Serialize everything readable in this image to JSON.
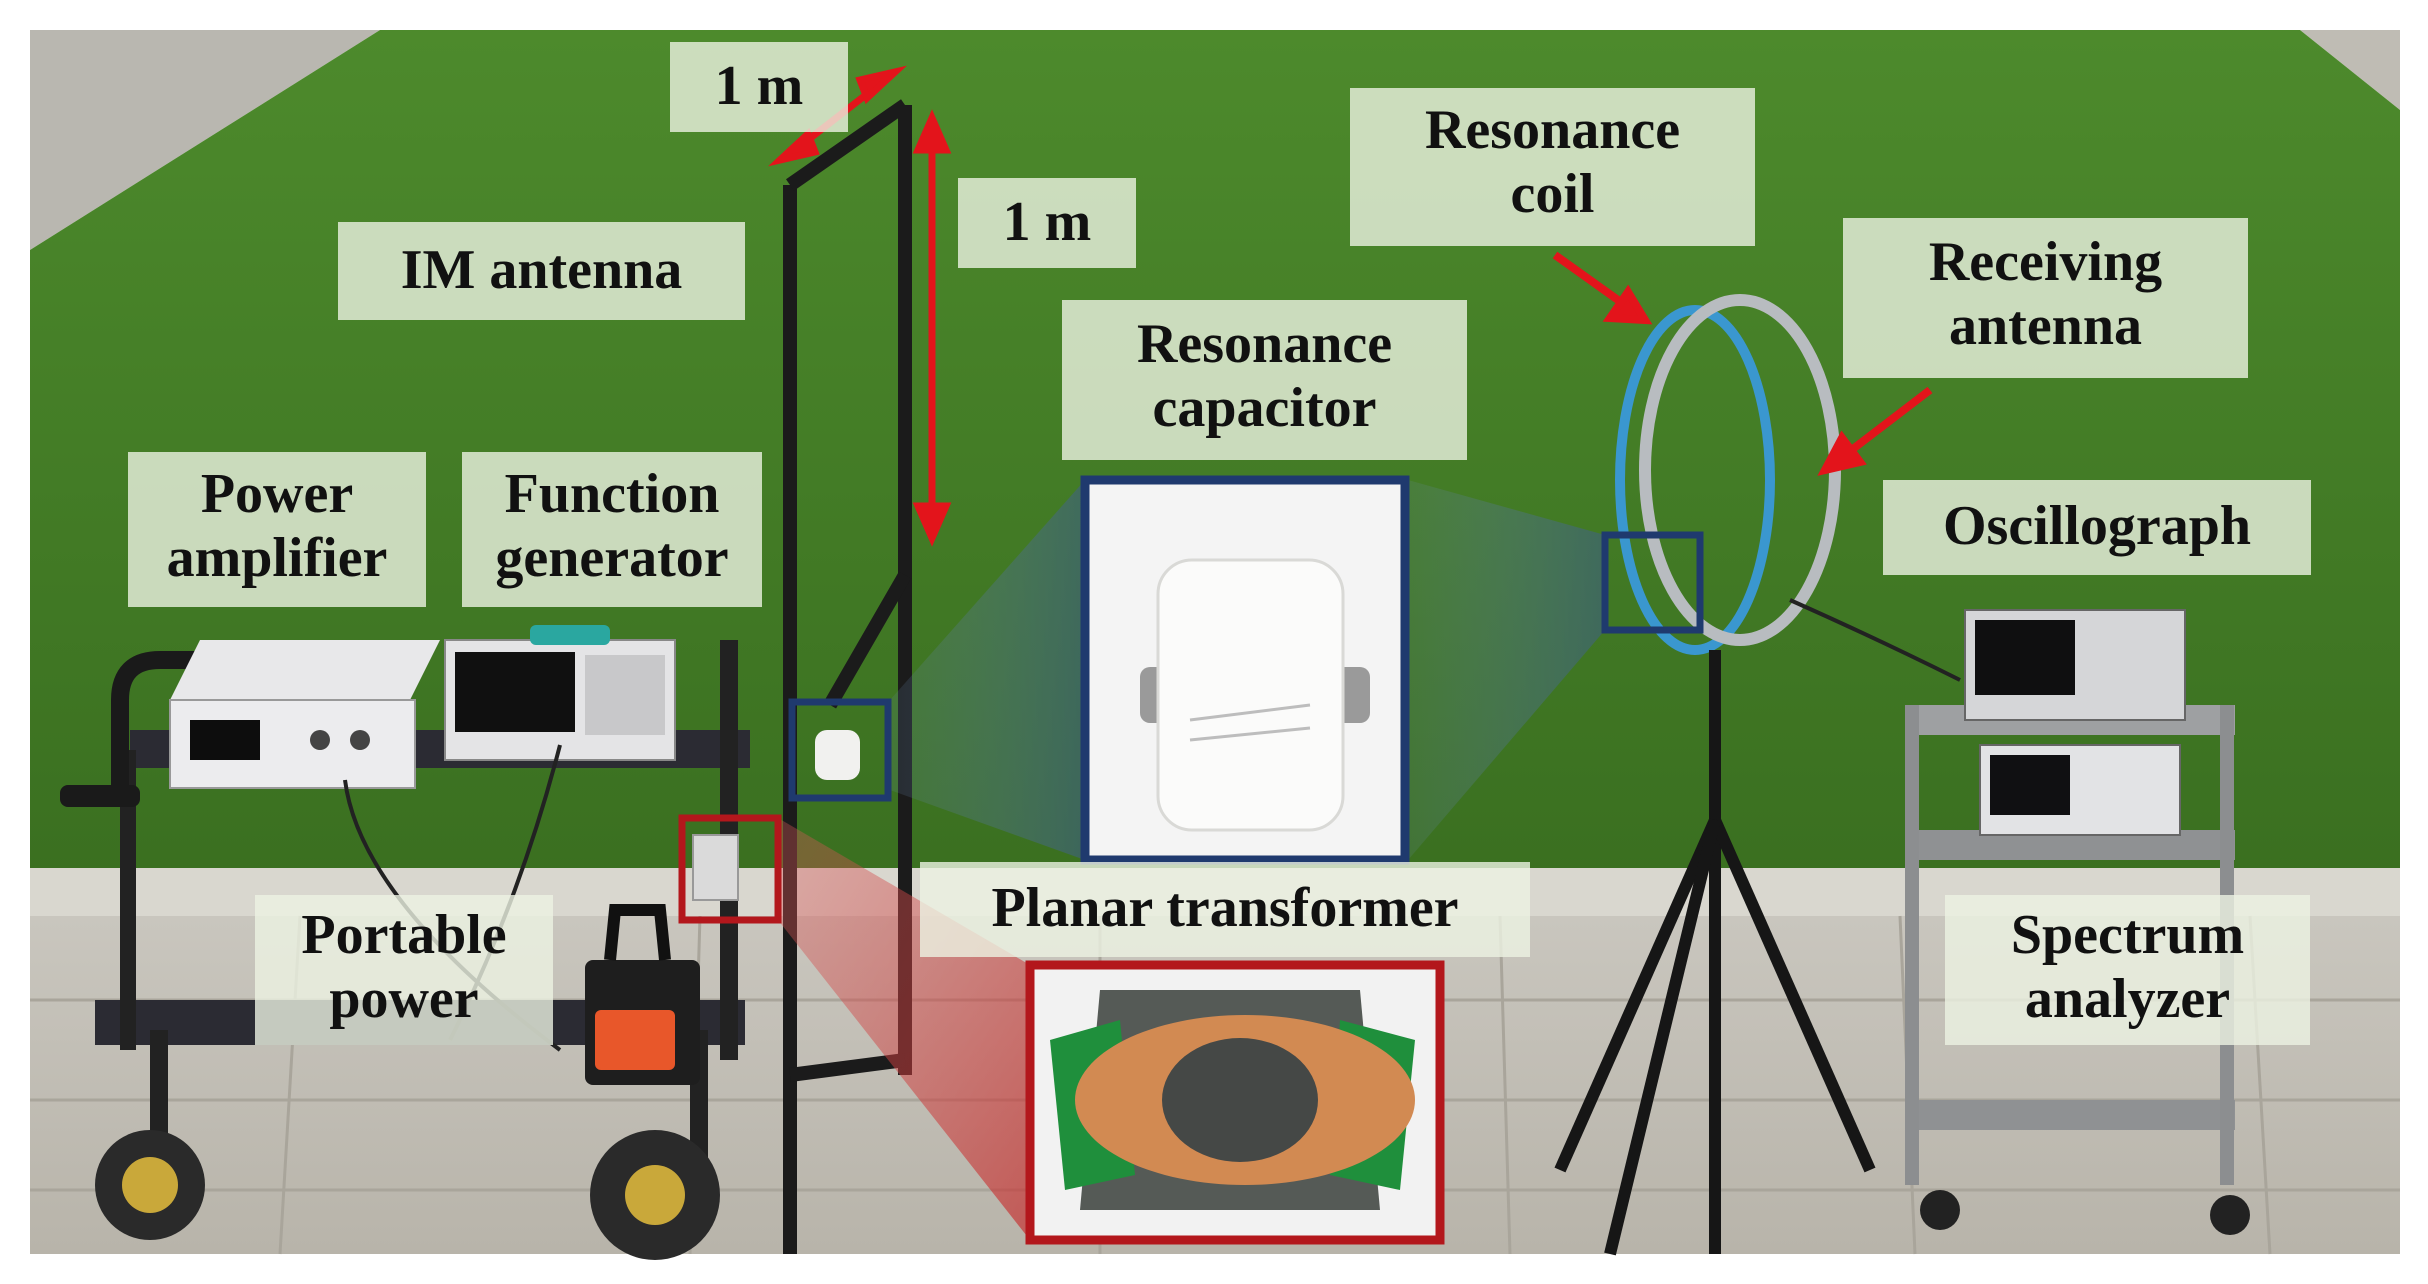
{
  "labels": {
    "im_antenna": "IM antenna",
    "width_dim": "1 m",
    "height_dim": "1 m",
    "resonance_coil_1": "Resonance",
    "resonance_coil_2": "coil",
    "receiving_antenna_1": "Receiving",
    "receiving_antenna_2": "antenna",
    "resonance_capacitor_1": "Resonance",
    "resonance_capacitor_2": "capacitor",
    "power_amplifier_1": "Power",
    "power_amplifier_2": "amplifier",
    "function_generator_1": "Function",
    "function_generator_2": "generator",
    "oscillograph": "Oscillograph",
    "planar_transformer": "Planar transformer",
    "portable_power_1": "Portable",
    "portable_power_2": "power",
    "spectrum_analyzer_1": "Spectrum",
    "spectrum_analyzer_2": "analyzer"
  },
  "colors": {
    "grass": "#3f7a24",
    "pavement": "#cfcdc6",
    "highlight_blue": "#1f3a6e",
    "highlight_red": "#b3171c",
    "arrow_red": "#e3141b"
  },
  "icons": {
    "dimension_arrow": "double-headed-arrow",
    "callout_arrow": "arrow"
  }
}
